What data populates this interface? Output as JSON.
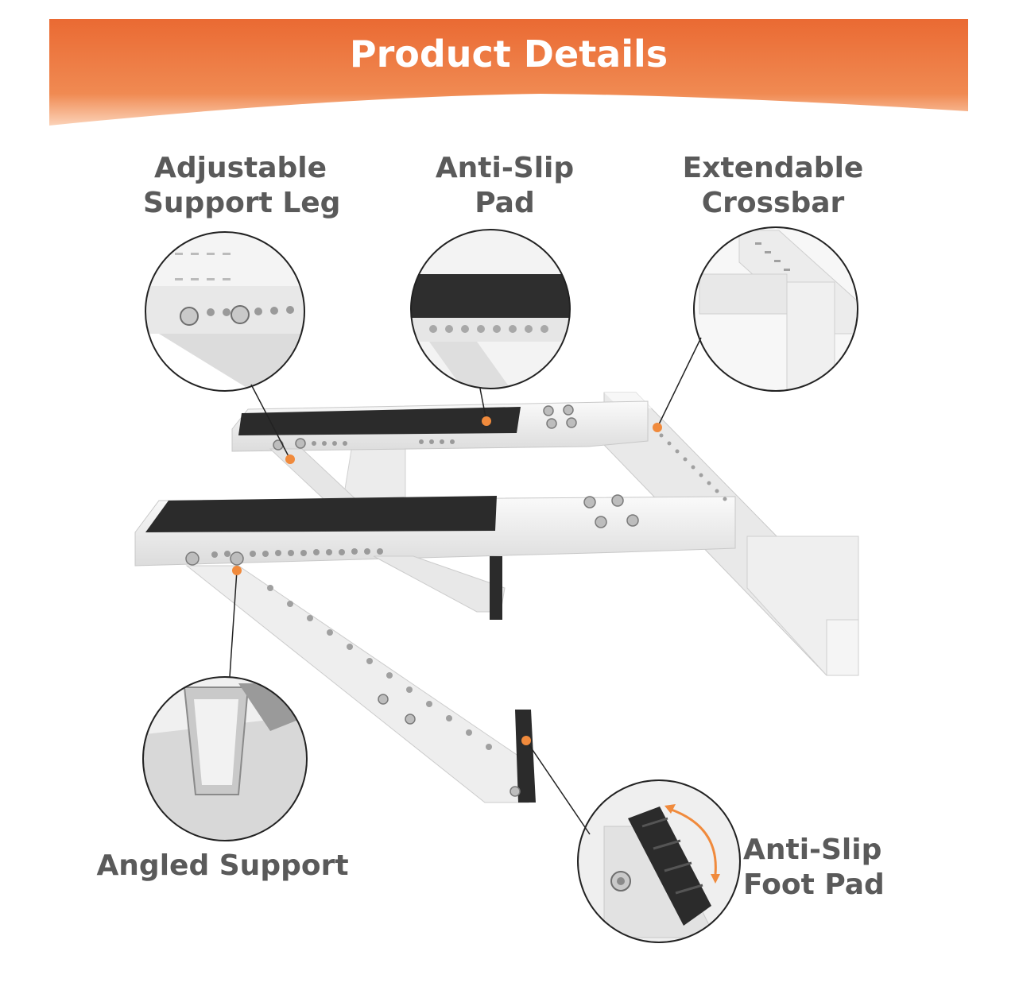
{
  "header": {
    "title": "Product Details",
    "gradient_top": "#ea6a33",
    "gradient_bottom": "#fbd2b8"
  },
  "callouts": {
    "adjustable_support_leg": {
      "line1": "Adjustable",
      "line2": "Support Leg"
    },
    "anti_slip_pad": {
      "line1": "Anti-Slip",
      "line2": "Pad"
    },
    "extendable_crossbar": {
      "line1": "Extendable",
      "line2": "Crossbar"
    },
    "angled_support": {
      "line1": "Angled Support"
    },
    "anti_slip_foot_pad": {
      "line1": "Anti-Slip",
      "line2": "Foot Pad"
    }
  },
  "colors": {
    "accent_dot": "#f08a3c",
    "bracket_white": "#f2f2f2",
    "pad_black": "#2b2b2b",
    "label_gray": "#5a5a5a"
  }
}
